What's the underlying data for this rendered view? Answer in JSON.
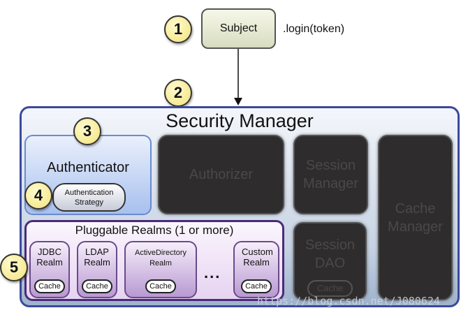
{
  "steps": [
    "1",
    "2",
    "3",
    "4",
    "5"
  ],
  "subject": {
    "label": "Subject",
    "call": ".login(token)"
  },
  "security_manager": {
    "title": "Security Manager",
    "authenticator": {
      "label": "Authenticator",
      "strategy": "Authentication Strategy"
    },
    "authorizer": "Authorizer",
    "session_manager": "Session Manager",
    "session_dao": {
      "label": "Session DAO",
      "cache": "Cache"
    },
    "cache_manager": "Cache Manager",
    "realms": {
      "title": "Pluggable Realms (1 or more)",
      "items": [
        {
          "label": "JDBC Realm",
          "cache": "Cache"
        },
        {
          "label": "LDAP Realm",
          "cache": "Cache"
        },
        {
          "label": "ActiveDirectory Realm",
          "cache": "Cache"
        },
        {
          "label": "Custom Realm",
          "cache": "Cache"
        }
      ],
      "ellipsis": "..."
    }
  },
  "watermark": "https://blog.csdn.net/J080624"
}
